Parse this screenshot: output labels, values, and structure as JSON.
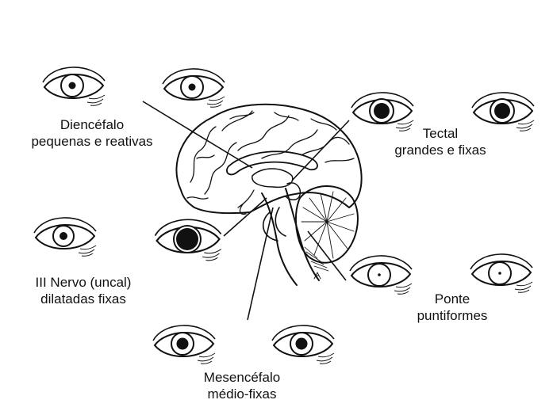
{
  "labels": {
    "diencefalo": {
      "title": "Diencéfalo",
      "desc": "pequenas e reativas"
    },
    "tectal": {
      "title": "Tectal",
      "desc": "grandes e fixas"
    },
    "iii_nervo": {
      "title": "III Nervo (uncal)",
      "desc": "dilatadas fixas"
    },
    "ponte": {
      "title": "Ponte",
      "desc": "puntiformes"
    },
    "mesencefalo": {
      "title": "Mesencéfalo",
      "desc": "médio-fixas"
    }
  },
  "pupils": {
    "diencefalo": [
      {
        "side": "right-eye",
        "pupil_size": "small"
      },
      {
        "side": "left-eye",
        "pupil_size": "small"
      }
    ],
    "tectal": [
      {
        "side": "right-eye",
        "pupil_size": "large"
      },
      {
        "side": "left-eye",
        "pupil_size": "large"
      }
    ],
    "iii_nervo": [
      {
        "side": "right-eye",
        "pupil_size": "small"
      },
      {
        "side": "left-eye",
        "pupil_size": "dilated"
      }
    ],
    "ponte": [
      {
        "side": "right-eye",
        "pupil_size": "pinpoint"
      },
      {
        "side": "left-eye",
        "pupil_size": "pinpoint"
      }
    ],
    "mesencefalo": [
      {
        "side": "right-eye",
        "pupil_size": "medium"
      },
      {
        "side": "left-eye",
        "pupil_size": "medium"
      }
    ]
  },
  "colors": {
    "ink": "#111111",
    "background": "#ffffff"
  }
}
